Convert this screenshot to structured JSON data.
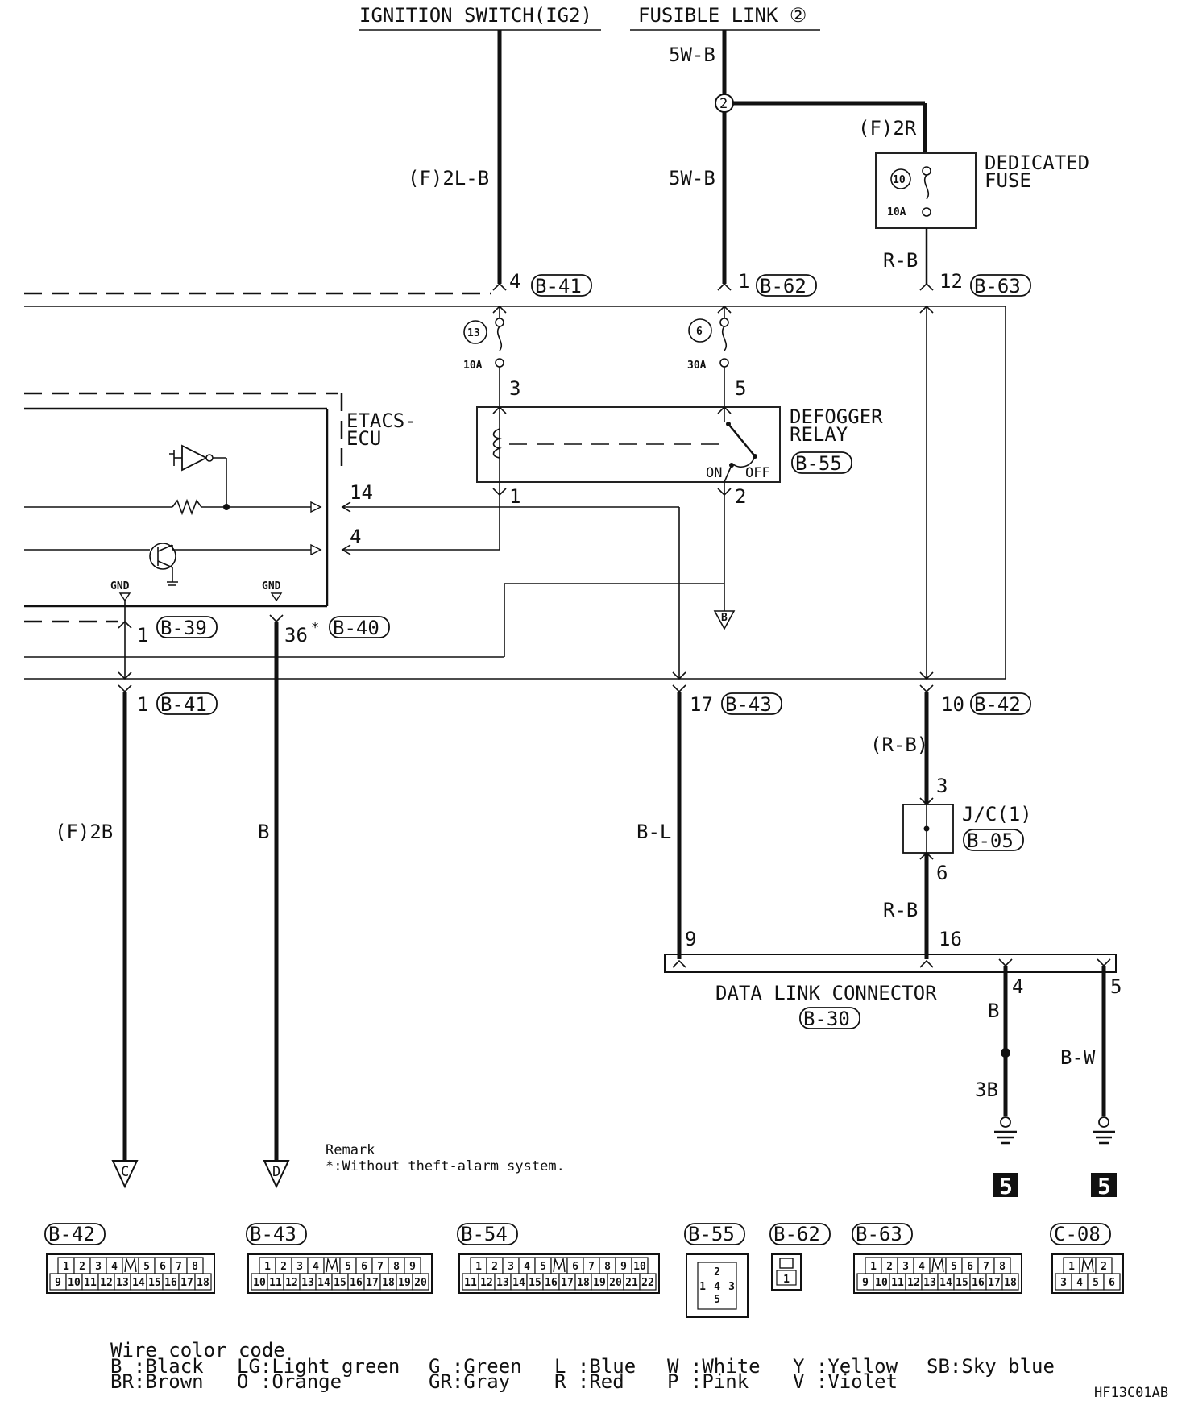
{
  "top": {
    "ignition_switch": "IGNITION SWITCH(IG2)",
    "fusible_link": "FUSIBLE LINK ②"
  },
  "wires": {
    "w_5wb_top": "5W-B",
    "w_5wb_mid": "5W-B",
    "w_f2lb": "(F)2L-B",
    "w_f2r": "(F)2R",
    "w_rb_fuse": "R-B",
    "w_f2b": "(F)2B",
    "w_b_gnd": "B",
    "w_bl": "B-L",
    "w_rb_paren": "(R-B)",
    "w_rb_low": "R-B",
    "w_b_dlc": "B",
    "w_3b": "3B",
    "w_bw": "B-W"
  },
  "components": {
    "dedicated_fuse": "DEDICATED\nFUSE",
    "dedicated_fuse_l1": "DEDICATED",
    "dedicated_fuse_l2": "FUSE",
    "fuse10_num": "10",
    "fuse10_amp": "10A",
    "fuse13_num": "13",
    "fuse13_amp": "10A",
    "fuse6_num": "6",
    "fuse6_amp": "30A",
    "fl_num": "2",
    "etacs_l1": "ETACS-",
    "etacs_l2": "ECU",
    "defogger_l1": "DEFOGGER",
    "defogger_l2": "RELAY",
    "on": "ON",
    "off": "OFF",
    "gnd1": "GND",
    "gnd2": "GND",
    "jc_l1": "J/C(1)",
    "jc_conn": "B-05",
    "dlc_label": "DATA LINK CONNECTOR",
    "dlc_conn": "B-30",
    "ground_mark_b": "B",
    "ground5_a": "5",
    "ground5_b": "5",
    "off_page_c": "C",
    "off_page_d": "D"
  },
  "pins": {
    "p4_b41": "4",
    "c_b41_top": "B-41",
    "p1_b62": "1",
    "c_b62": "B-62",
    "p12_b63": "12",
    "c_b63": "B-63",
    "p3": "3",
    "p5": "5",
    "p1_relay": "1",
    "p2_relay": "2",
    "c_b55": "B-55",
    "p14": "14",
    "p4_ecu": "4",
    "p1_b39": "1",
    "c_b39": "B-39",
    "p36": "36",
    "star": "*",
    "c_b40": "B-40",
    "p1_b41": "1",
    "c_b41_low": "B-41",
    "p17": "17",
    "c_b43": "B-43",
    "p10": "10",
    "c_b42": "B-42",
    "p3_jc": "3",
    "p6_jc": "6",
    "p9": "9",
    "p16": "16",
    "p4_dlc": "4",
    "p5_dlc": "5"
  },
  "remark": {
    "title": "Remark",
    "text": "*:Without theft-alarm system."
  },
  "connectors": [
    {
      "id": "B-42",
      "row1": [
        "1",
        "2",
        "3",
        "4",
        "",
        "5",
        "6",
        "7",
        "8"
      ],
      "row2": [
        "9",
        "10",
        "11",
        "12",
        "13",
        "14",
        "15",
        "16",
        "17",
        "18"
      ]
    },
    {
      "id": "B-43",
      "row1": [
        "1",
        "2",
        "3",
        "4",
        "",
        "5",
        "6",
        "7",
        "8",
        "9"
      ],
      "row2": [
        "10",
        "11",
        "12",
        "13",
        "14",
        "15",
        "16",
        "17",
        "18",
        "19",
        "20"
      ]
    },
    {
      "id": "B-54",
      "row1": [
        "1",
        "2",
        "3",
        "4",
        "5",
        "",
        "6",
        "7",
        "8",
        "9",
        "10"
      ],
      "row2": [
        "11",
        "12",
        "13",
        "14",
        "15",
        "16",
        "17",
        "18",
        "19",
        "20",
        "21",
        "22"
      ]
    },
    {
      "id": "B-55",
      "pins": [
        "1",
        "2",
        "3",
        "4",
        "5"
      ]
    },
    {
      "id": "B-62",
      "pins": [
        "1"
      ]
    },
    {
      "id": "B-63",
      "row1": [
        "1",
        "2",
        "3",
        "4",
        "",
        "5",
        "6",
        "7",
        "8"
      ],
      "row2": [
        "9",
        "10",
        "11",
        "12",
        "13",
        "14",
        "15",
        "16",
        "17",
        "18"
      ]
    },
    {
      "id": "C-08",
      "row1": [
        "1",
        "",
        "2"
      ],
      "row2": [
        "3",
        "4",
        "5",
        "6"
      ]
    }
  ],
  "color_code": {
    "title": "Wire color code",
    "col1": [
      "B :Black",
      "BR:Brown"
    ],
    "col2": [
      "LG:Light green",
      "O :Orange"
    ],
    "col3": [
      "G :Green",
      "GR:Gray"
    ],
    "col4": [
      "L :Blue",
      "R :Red"
    ],
    "col5": [
      "W :White",
      "P :Pink"
    ],
    "col6": [
      "Y :Yellow",
      "V :Violet"
    ],
    "col7": [
      "SB:Sky blue"
    ]
  },
  "figure_id": "HF13C01AB"
}
